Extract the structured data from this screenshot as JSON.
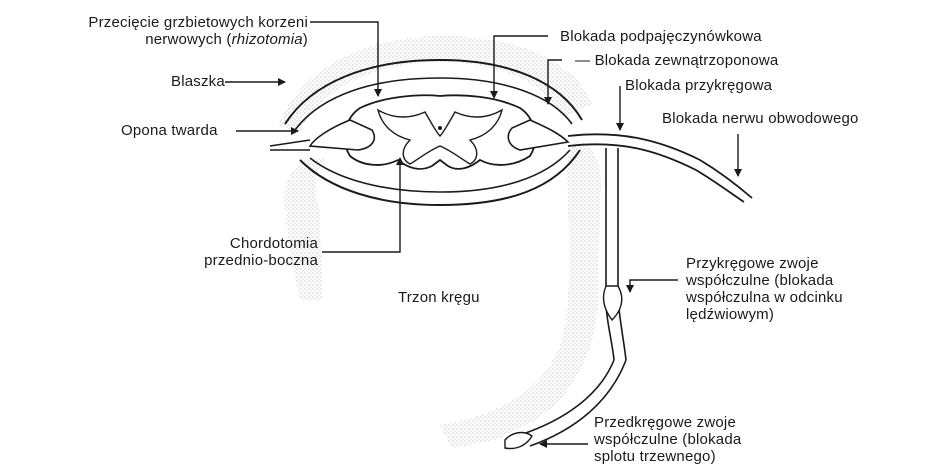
{
  "labels": {
    "rhizotomy_line1": "Przecięcie grzbietowych korzeni",
    "rhizotomy_line2_pre": "nerwowych (",
    "rhizotomy_line2_italic": "rhizotomia",
    "rhizotomy_line2_post": ")",
    "lamina": "Blaszka",
    "dura": "Opona twarda",
    "cordotomy_line1": "Chordotomia",
    "cordotomy_line2": "przednio-boczna",
    "vertebral_body": "Trzon kręgu",
    "subarachnoid_block": "Blokada podpajęczynówkowa",
    "epidural_block": "— Blokada zewnątrzoponowa",
    "paravertebral_block": "Blokada przykręgowa",
    "peripheral_nerve_block": "Blokada nerwu obwodowego",
    "paravertebral_ganglia_line1": "Przykręgowe zwoje",
    "paravertebral_ganglia_line2": "współczulne (blokada",
    "paravertebral_ganglia_line3": "współczulna w odcinku",
    "paravertebral_ganglia_line4": "lędźwiowym)",
    "prevertebral_ganglia_line1": "Przedkręgowe zwoje",
    "prevertebral_ganglia_line2": "współczulne (blokada",
    "prevertebral_ganglia_line3": "splotu trzewnego)"
  },
  "colors": {
    "ink": "#1a1a1a",
    "stipple": "#9a9a9a",
    "background": "#ffffff"
  }
}
